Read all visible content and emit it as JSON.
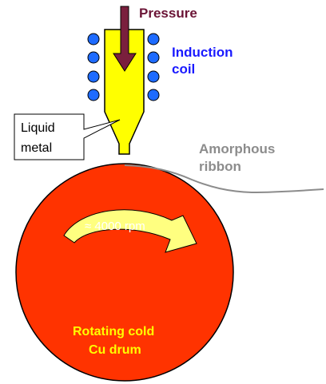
{
  "labels": {
    "pressure": "Pressure",
    "induction_line1": "Induction",
    "induction_line2": "coil",
    "liquid_line1": "Liquid",
    "liquid_line2": "metal",
    "amorphous_line1": "Amorphous",
    "amorphous_line2": "ribbon",
    "rpm": "≈ 4000 rpm",
    "drum_line1": "Rotating cold",
    "drum_line2": "Cu drum"
  },
  "colors": {
    "drum_fill": "#ff3300",
    "crucible_fill": "#ffff00",
    "coil_fill": "#1e6bff",
    "pressure_arrow": "#7a1f3d",
    "pressure_text": "#6b1436",
    "induction_text": "#1a1aff",
    "ribbon_text": "#8c8c8c",
    "drum_text": "#ffff00",
    "rotation_arrow": "#ffff80"
  }
}
